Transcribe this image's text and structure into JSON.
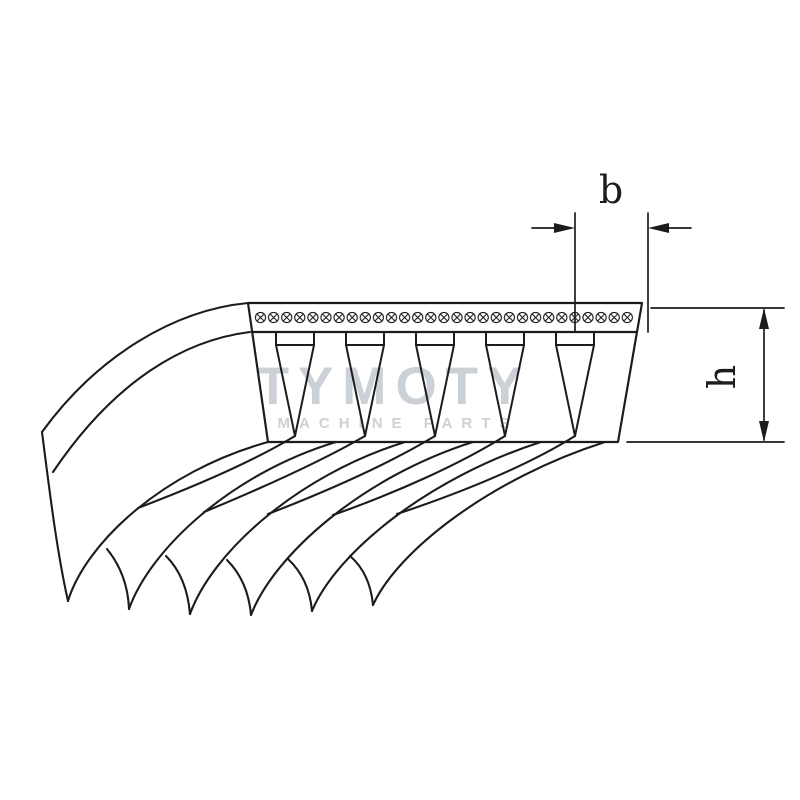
{
  "diagram": {
    "dimensions": {
      "b_label": "b",
      "h_label": "h"
    },
    "watermark": {
      "title": "TYMOTY",
      "subtitle": "MACHINE PARTS"
    },
    "colors": {
      "line": "#1c1c1c",
      "watermark": "#cbd1d6",
      "background": "#ffffff"
    }
  }
}
